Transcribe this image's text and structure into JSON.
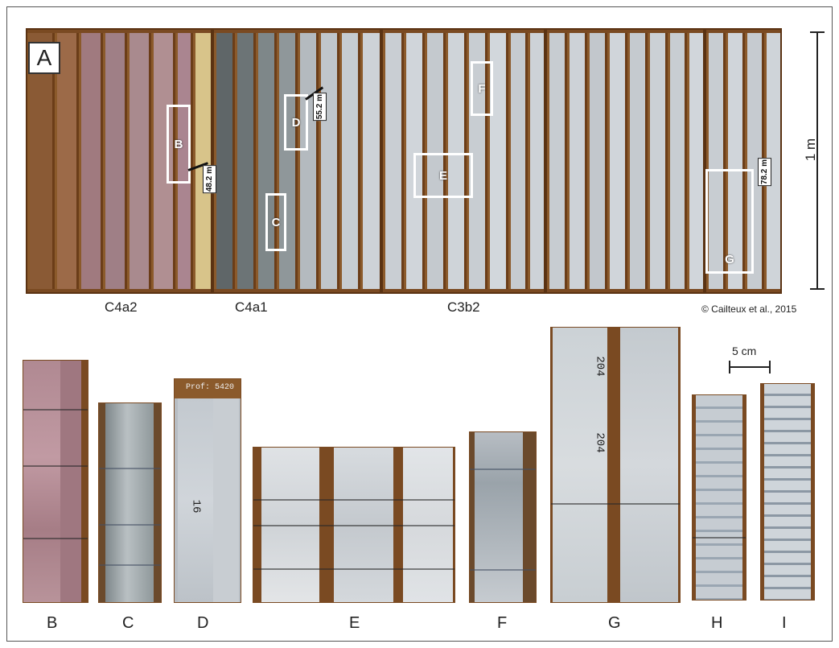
{
  "panel": {
    "letter": "A"
  },
  "markers": {
    "B": "B",
    "C": "C",
    "D": "D",
    "E": "E",
    "F": "F",
    "G": "G"
  },
  "depths": {
    "d48": "48.2 m",
    "d55": "55.2 m",
    "d78": "78.2 m"
  },
  "units": {
    "u1": "C4a2",
    "u2": "C4a1",
    "u3": "C3b2"
  },
  "copyright": "© Cailteux et al., 2015",
  "scale_vertical": "1 m",
  "scale_horizontal": "5 cm",
  "core_labels": {
    "d_label": "Prof: 5420",
    "d_mark": "16",
    "g_mark_1": "204",
    "g_mark_2": "204"
  },
  "detail_labels": [
    "B",
    "C",
    "D",
    "E",
    "F",
    "G",
    "H",
    "I"
  ],
  "colors": {
    "wood": "#7a4a22",
    "purple_core": "#a77f86",
    "grey_core": "#c8cdd3",
    "dark_core": "#6e7478"
  }
}
